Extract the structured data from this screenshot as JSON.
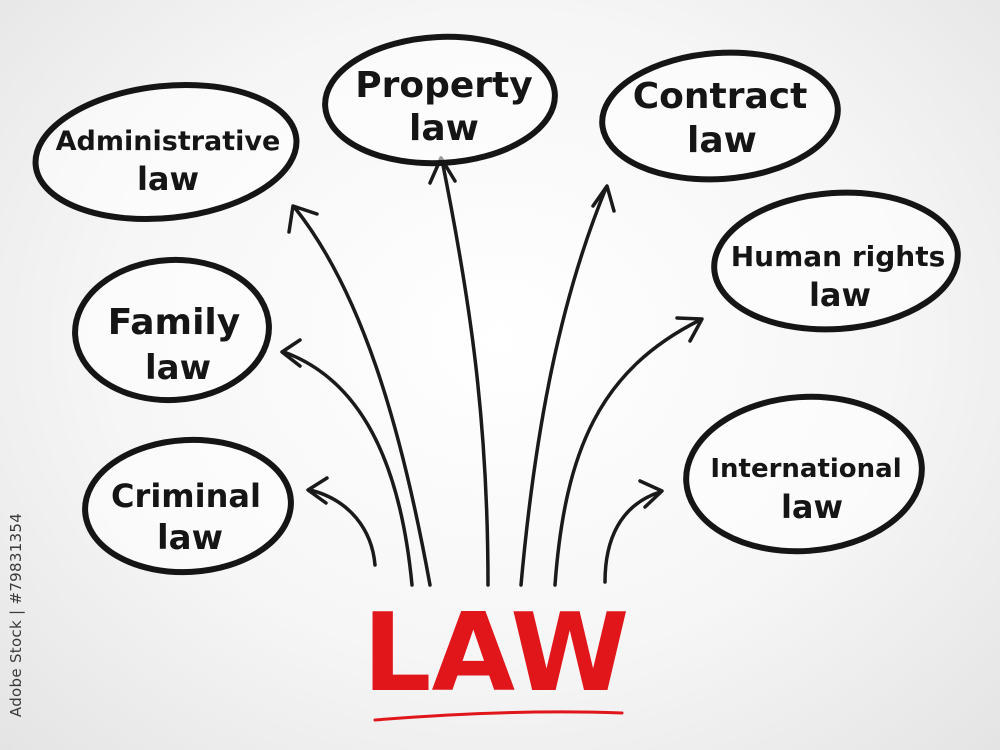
{
  "center": {
    "label": "LAW"
  },
  "nodes": [
    {
      "id": "administrative",
      "line1": "Administrative",
      "line2": "law"
    },
    {
      "id": "property",
      "line1": "Property",
      "line2": "law"
    },
    {
      "id": "contract",
      "line1": "Contract",
      "line2": "law"
    },
    {
      "id": "family",
      "line1": "Family",
      "line2": "law"
    },
    {
      "id": "human-rights",
      "line1": "Human rights",
      "line2": "law"
    },
    {
      "id": "criminal",
      "line1": "Criminal",
      "line2": "law"
    },
    {
      "id": "international",
      "line1": "International",
      "line2": "law"
    }
  ],
  "watermark": {
    "text": "Adobe Stock | #79831354"
  },
  "colors": {
    "center": "#e0161b",
    "ink": "#151515"
  }
}
